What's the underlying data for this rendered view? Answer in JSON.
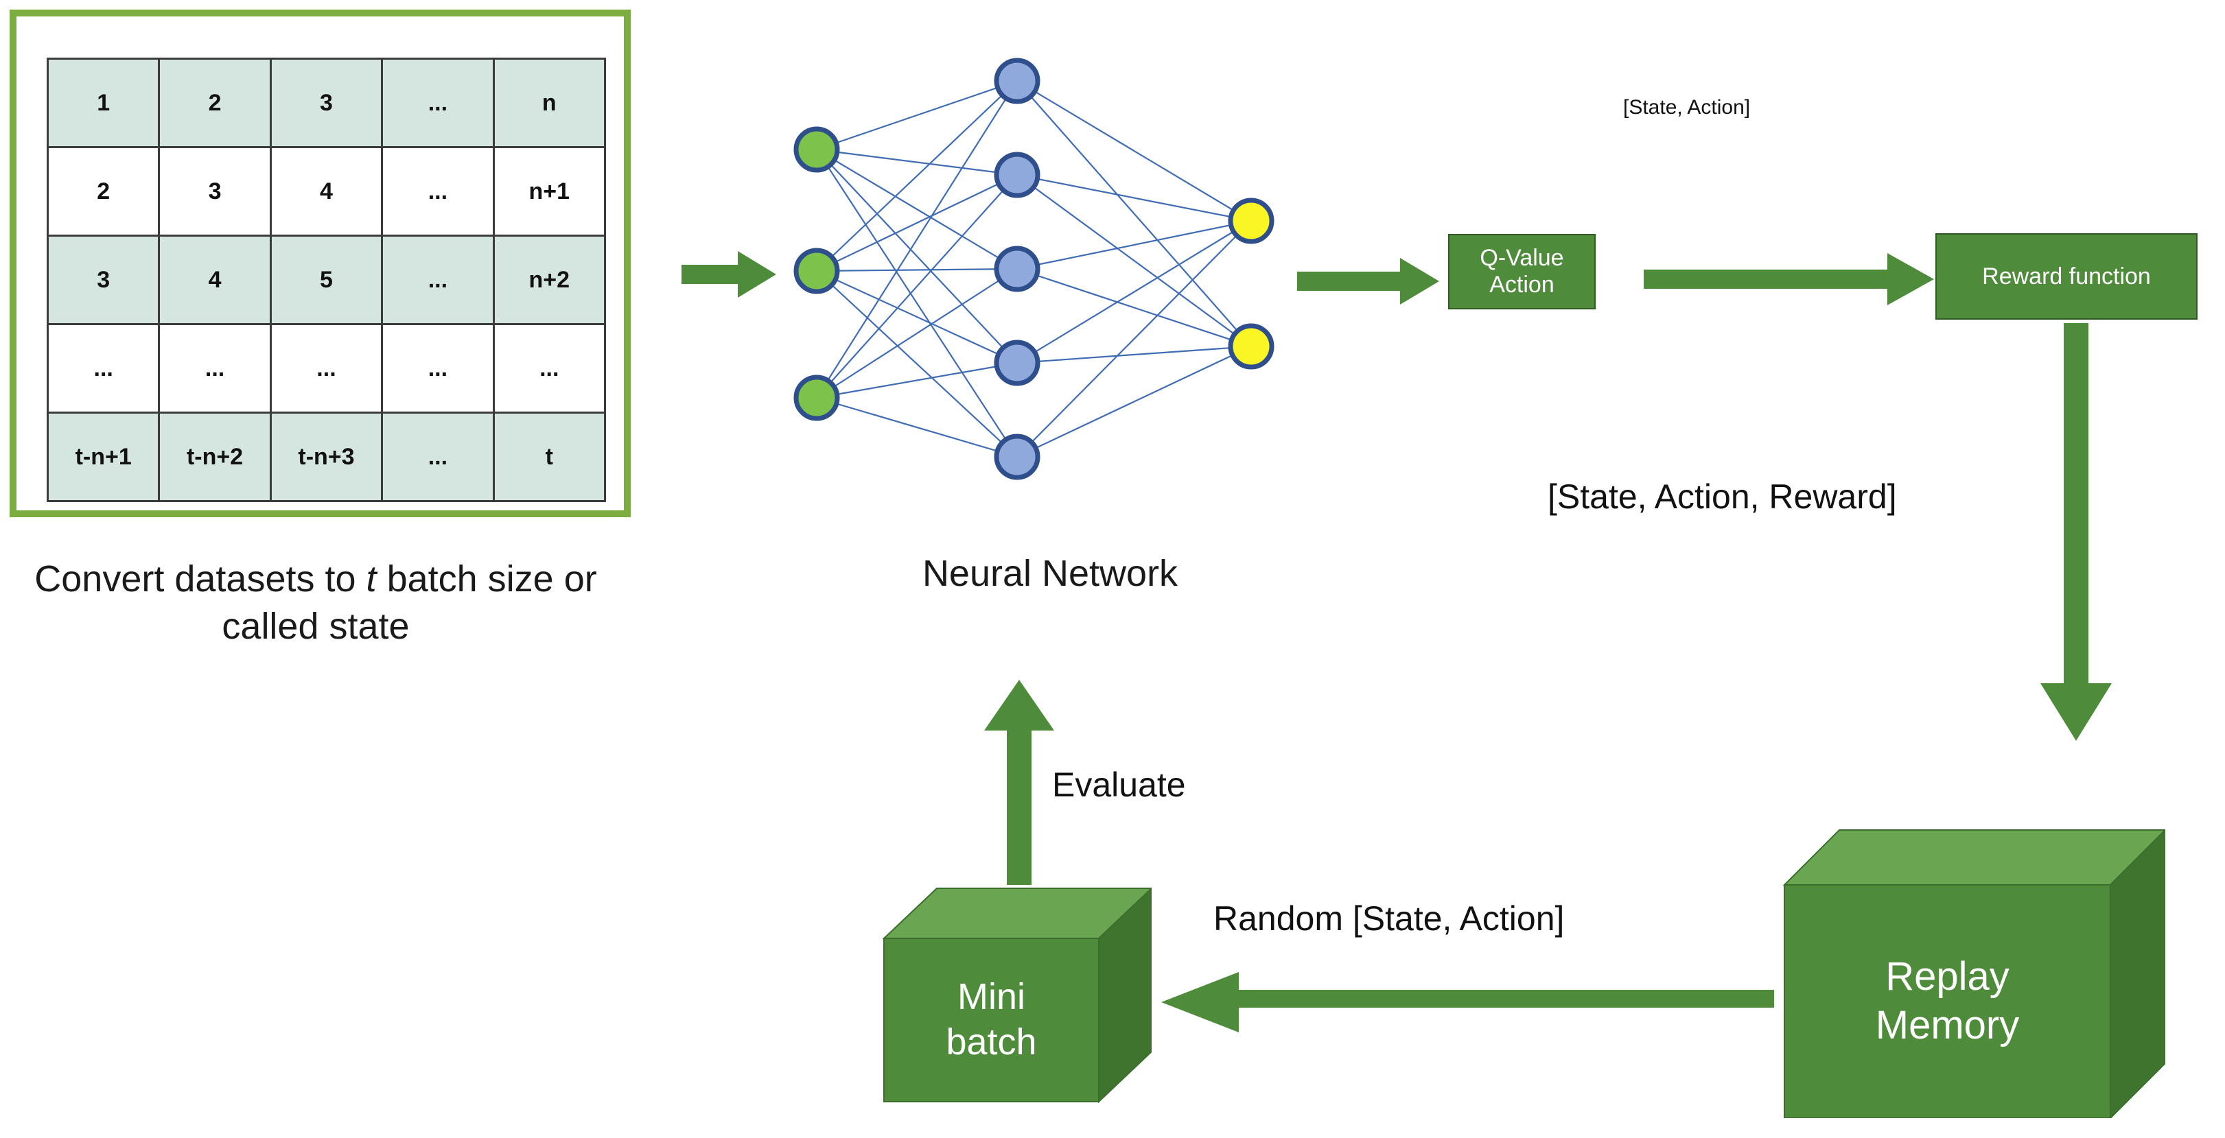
{
  "colors": {
    "frame_green": "#7DAD41",
    "box_green": "#4E8B3A",
    "cube_top_green": "#6aa551",
    "cube_side_green": "#3f742f",
    "arrow_green": "#4E8B3A",
    "table_shade": "#d5e6e0",
    "node_input": "#7DC24B",
    "node_hidden": "#90A9DC",
    "node_output": "#FAF625",
    "node_stroke": "#2E4E8C",
    "edge_stroke": "#3F6CB5",
    "text_dark": "#1a1a1a"
  },
  "dataset_table": {
    "rows": [
      {
        "shaded": true,
        "cells": [
          "1",
          "2",
          "3",
          "...",
          "n"
        ]
      },
      {
        "shaded": false,
        "cells": [
          "2",
          "3",
          "4",
          "...",
          "n+1"
        ]
      },
      {
        "shaded": true,
        "cells": [
          "3",
          "4",
          "5",
          "...",
          "n+2"
        ]
      },
      {
        "shaded": false,
        "cells": [
          "...",
          "...",
          "...",
          "...",
          "..."
        ]
      },
      {
        "shaded": true,
        "cells": [
          "t-n+1",
          "t-n+2",
          "t-n+3",
          "...",
          "t"
        ]
      }
    ],
    "caption_part1": "Convert datasets to ",
    "caption_emphasis": "t",
    "caption_part2": " batch size or called state"
  },
  "neural_network": {
    "label": "Neural Network",
    "input_nodes": 3,
    "hidden_nodes": 5,
    "output_nodes": 2
  },
  "boxes": {
    "q_value_action": "Q-Value Action",
    "reward_function": "Reward function",
    "mini_batch_line1": "Mini",
    "mini_batch_line2": "batch",
    "replay_memory_line1": "Replay",
    "replay_memory_line2": "Memory"
  },
  "edge_labels": {
    "state_action": "[State, Action]",
    "state_action_reward": "[State, Action, Reward]",
    "random_state_action": "Random [State, Action]",
    "evaluate": "Evaluate"
  }
}
